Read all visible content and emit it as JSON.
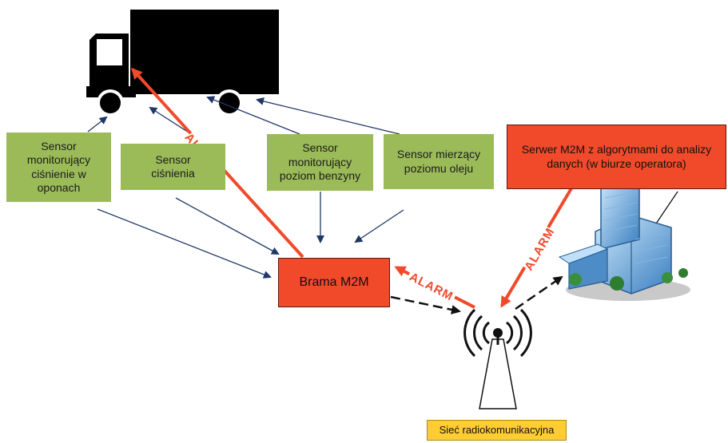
{
  "sensors": [
    {
      "id": "tire",
      "label": "Sensor monitorujący ciśnienie w oponach"
    },
    {
      "id": "pressure",
      "label": "Sensor ciśnienia"
    },
    {
      "id": "fuel",
      "label": "Sensor monitorujący poziom benzyny"
    },
    {
      "id": "oil",
      "label": "Sensor mierzący poziomu oleju"
    }
  ],
  "gateway": {
    "label": "Brama M2M"
  },
  "server": {
    "label": "Serwer M2M z algorytmami do analizy danych (w biurze operatora)"
  },
  "network": {
    "label": "Sieć radiokomunikacyjna"
  },
  "alarms": [
    "ALARM",
    "ALARM",
    "ALARM"
  ],
  "icons": [
    "truck-icon",
    "radio-tower-icon",
    "office-building-icon"
  ],
  "colors": {
    "sensor": "#9bbb59",
    "gateway": "#f04a2a",
    "alarm": "#f04a2a",
    "network": "#ffcc33",
    "arrow": "#1f3864"
  }
}
